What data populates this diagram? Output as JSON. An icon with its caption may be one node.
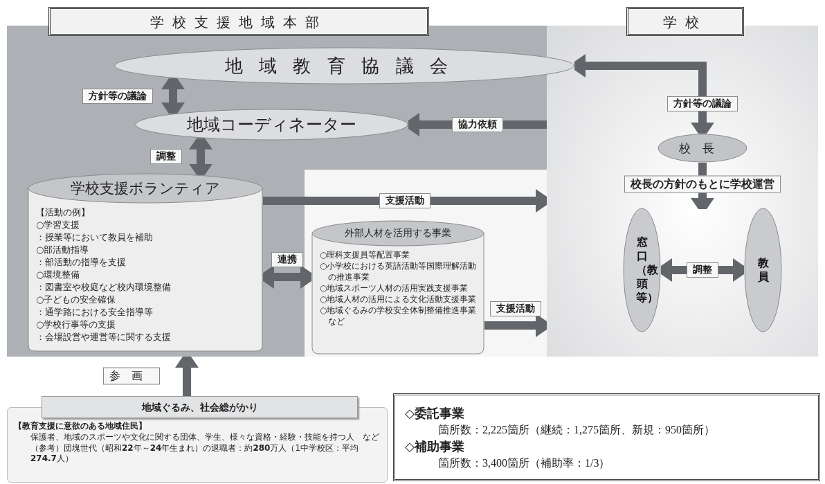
{
  "diagram": {
    "nodes": [
      {
        "text": [
          "学校支援地域本部"
        ]
      },
      {
        "text": [
          "学校"
        ]
      },
      {
        "text": [
          "地域教育協議会"
        ]
      },
      {
        "text": [
          "地域コーディネーター"
        ],
        "in": 0
      },
      {
        "text": [
          "学校支援ボランティア",
          "【活動の例】",
          "○学習支援",
          "：授業等において教員を補助",
          "○部活動指導",
          "：部活動の指導を支援",
          "○環境整備",
          "：図書室や校庭など校内環境整備",
          "○子どもの安全確保",
          "：通学路における安全指導等",
          "○学校行事等の支援",
          "：会場設営や運営等に関する支援"
        ],
        "in": 0
      },
      {
        "text": [
          "外部人材を活用する事業",
          "○理科支援員等配置事業",
          "○小学校における英語活動等国際理解活動の推進事業",
          "○地域スポーツ人材の活用実践支援事業",
          "○地域人材の活用による文化活動支援事業",
          "○地域ぐるみの学校安全体制整備推進事業など"
        ],
        "in": 0
      },
      {
        "text": [
          "校長"
        ],
        "in": 1
      },
      {
        "text": [
          "窓口（教頭等）"
        ],
        "in": 1
      },
      {
        "text": [
          "教員"
        ],
        "in": 1
      },
      {
        "text": [
          "地域ぐるみ、社会総がかり",
          "【教育支援に意欲のある地域住民】",
          "保護者、地域のスポーツや文化に関する団体、学生、様々な資格・経験・技能を持つ人　など",
          "（参考）団塊世代（昭和**22**年～**24**年生まれ）の退職者：約**280**万人（1中学校区：平均**274.7**人）"
        ]
      },
      {
        "text": [
          "◇委託事業",
          "箇所数：2,225箇所（継続：1,275箇所、新規：950箇所）",
          "◇補助事業",
          "箇所数：3,400箇所（補助率：1/3）"
        ]
      }
    ],
    "edges": [
      {
        "from": 2,
        "to": 3,
        "arrow": "both",
        "label": "方針等の議論"
      },
      {
        "from": 3,
        "to": 4,
        "arrow": "both",
        "label": "調整"
      },
      {
        "from": 1,
        "to": 3,
        "arrow": "to",
        "label": "協力依頼"
      },
      {
        "from": 4,
        "to": 1,
        "arrow": "to",
        "label": "支援活動"
      },
      {
        "from": 4,
        "to": 5,
        "arrow": "both",
        "label": "連携"
      },
      {
        "from": 5,
        "to": 1,
        "arrow": "to",
        "label": "支援活動"
      },
      {
        "from": 2,
        "to": 6,
        "arrow": "both",
        "label": "方針等の議論"
      },
      {
        "from": 6,
        "to": null,
        "arrow": "to",
        "label": "校長の方針のもとに学校運営"
      },
      {
        "from": 7,
        "to": 8,
        "arrow": "both",
        "label": "調整"
      },
      {
        "from": 9,
        "to": 0,
        "arrow": "to",
        "label": "参画"
      }
    ]
  }
}
